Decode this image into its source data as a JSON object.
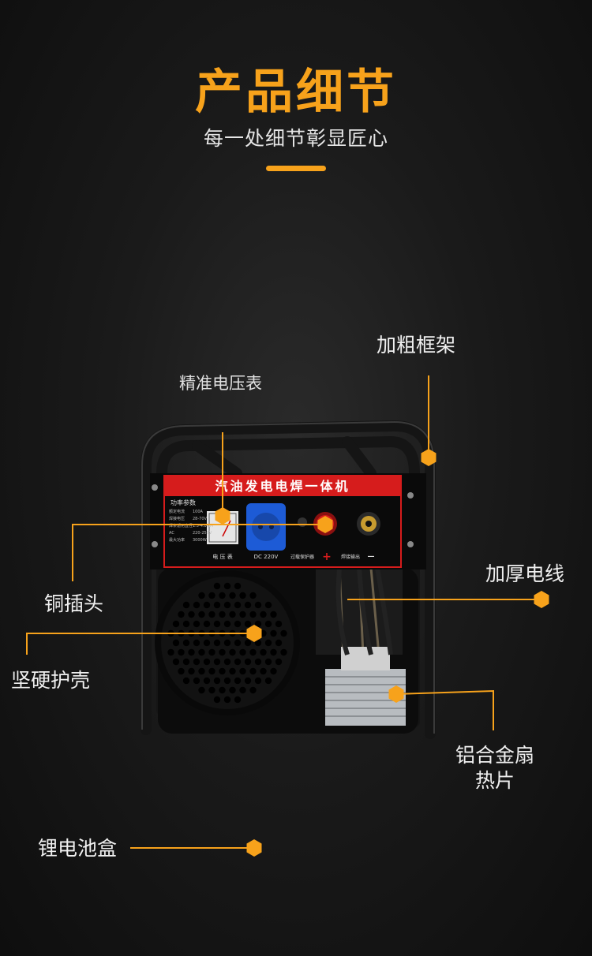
{
  "header": {
    "title": "产品细节",
    "subtitle": "每一处细节彰显匠心"
  },
  "product": {
    "panel_title": "汽油发电电焊一体机",
    "params_heading": "功率参数",
    "params": [
      "额定电流",
      "100A",
      "焊接电压",
      "28-70V",
      "焊条适用直径",
      "1.5-4.0MM",
      "AC",
      "220-250V",
      "最大功率",
      "3000W"
    ],
    "voltmeter_label": "电 压 表",
    "dc_label": "DC 220V",
    "breaker_label": "过载保护器",
    "plus_sign": "+",
    "weld_output_label": "焊接输出",
    "minus_sign": "—"
  },
  "callouts": {
    "frame": "加粗框架",
    "voltmeter": "精准电压表",
    "copper_plug": "铜插头",
    "thick_wire": "加厚电线",
    "hard_shell": "坚硬护壳",
    "heatsink_line1": "铝合金扇",
    "heatsink_line2": "热片",
    "battery_box": "锂电池盒"
  },
  "colors": {
    "accent": "#f7a21b",
    "background": "#111111",
    "panel_red": "#d61c1c",
    "socket_blue": "#1d5bd6"
  }
}
